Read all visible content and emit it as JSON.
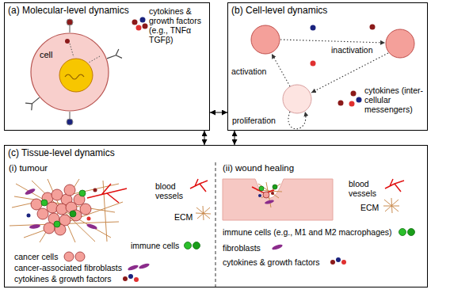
{
  "diagram": {
    "nodes": [
      {
        "text": [
          "(a) Molecular-level dynamics"
        ]
      },
      {
        "text": [
          "cell"
        ],
        "in": 0
      },
      {
        "text": [
          "(b) Cell-level dynamics"
        ]
      },
      {
        "text": [
          "(c) Tissue-level dynamics"
        ]
      },
      {
        "text": [
          "(i) tumour"
        ],
        "in": 3
      },
      {
        "text": [
          "(ii) wound healing"
        ],
        "in": 3
      }
    ],
    "edges": [
      {
        "from": 0,
        "to": 2,
        "arrow": "both"
      },
      {
        "from": 0,
        "to": 3,
        "arrow": "both"
      },
      {
        "from": 2,
        "to": 3,
        "arrow": "both"
      }
    ],
    "labels": [
      "inactivation",
      "activation",
      "proliferation"
    ],
    "legend": [
      {
        "text": "cytokines & growth factors (e.g., TNFα TGFβ)"
      },
      {
        "text": "cytokines (inter-cellular messengers)"
      },
      {
        "text": "blood vessels"
      },
      {
        "text": "ECM"
      },
      {
        "text": "cancer cells"
      },
      {
        "text": "immune cells"
      },
      {
        "text": "cancer-associated fibroblasts"
      },
      {
        "text": "cytokines & growth factors"
      },
      {
        "text": "blood vessels"
      },
      {
        "text": "ECM"
      },
      {
        "text": "immune cells (e.g., M1 and M2 macrophages)"
      },
      {
        "text": "fibroblasts"
      },
      {
        "text": "cytokines & growth factors"
      }
    ]
  }
}
